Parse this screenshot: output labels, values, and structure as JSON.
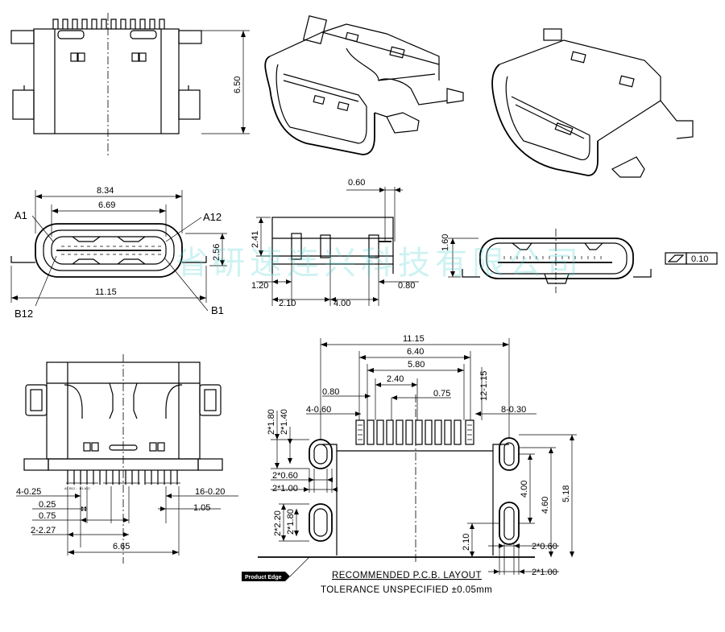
{
  "drawing": {
    "top_view": {
      "height_dim": "6.50"
    },
    "front_view": {
      "width_outer": "8.34",
      "width_inner": "6.69",
      "pin_a1": "A1",
      "pin_a12": "A12",
      "pin_b12": "B12",
      "pin_b1": "B1",
      "height_dim": "2.56",
      "total_width": "11.15"
    },
    "side_view": {
      "pin_width": "0.60",
      "height": "2.41",
      "offset_left": "1.20",
      "standoff": "0.80",
      "depth_a": "2.10",
      "depth_b": "4.00"
    },
    "rear_view": {
      "height": "1.60",
      "flatness": "0.10"
    },
    "bottom_view": {
      "pin_width_4": "4-0.25",
      "pin_width_16": "16-0.20",
      "spacing_a": "0.25",
      "spacing_b": "0.75",
      "spacing_c": "1.05",
      "spacing_d": "2-2.27",
      "width": "6.65",
      "pin_labels": "A1 B12 ... B1 A12"
    },
    "pcb_layout": {
      "total_width": "11.15",
      "width_640": "6.40",
      "width_580": "5.80",
      "width_240": "2.40",
      "dim_080": "0.80",
      "dim_075": "0.75",
      "pad_12": "12-1.15",
      "pad_4": "4-0.60",
      "pad_8": "8-0.30",
      "slot_h1": "2*1.80",
      "slot_h2": "2*1.40",
      "slot_w1": "2*0.60",
      "slot_w2": "2*1.00",
      "slot_h3": "2*2.20",
      "slot_h4": "2*1.80",
      "right_400": "4.00",
      "right_460": "4.60",
      "right_518": "5.18",
      "right_210": "2.10",
      "right_w060": "2*0.60",
      "right_w100": "2*1.00",
      "edge_label": "Product Edge",
      "title": "RECOMMENDED   P.C.B.  LAYOUT",
      "tolerance": "TOLERANCE  UNSPECIFIED  ±0.05mm"
    },
    "watermark": "省研速连兴科技有限公司"
  }
}
